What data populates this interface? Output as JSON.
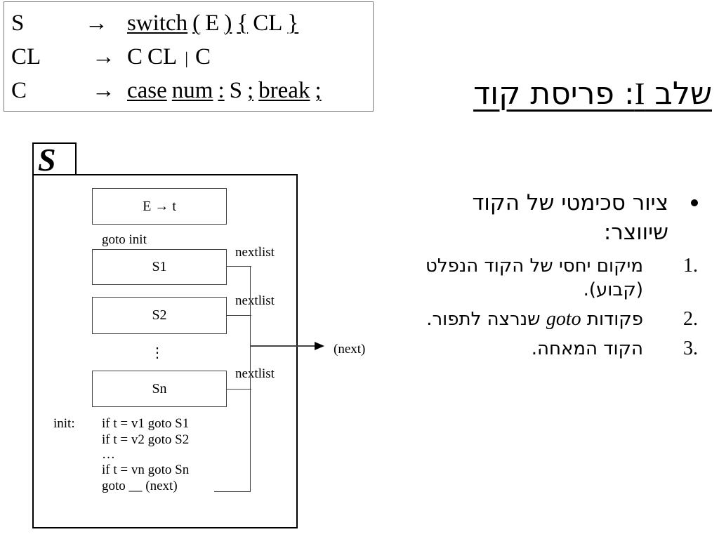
{
  "grammar": {
    "rows": [
      {
        "lhs": "S",
        "arrow": "→",
        "tokens": [
          {
            "text": "switch",
            "underline": true
          },
          {
            "text": "(",
            "underline": true
          },
          {
            "text": "E",
            "underline": false
          },
          {
            "text": ")",
            "underline": true
          },
          {
            "text": "{",
            "underline": true
          },
          {
            "text": "CL",
            "underline": false
          },
          {
            "text": "}",
            "underline": true
          }
        ]
      },
      {
        "lhs": "CL",
        "arrow": "→",
        "tokens": [
          {
            "text": "C",
            "underline": false
          },
          {
            "text": "CL",
            "underline": false
          },
          {
            "text": "|",
            "underline": false
          },
          {
            "text": "C",
            "underline": false
          }
        ]
      },
      {
        "lhs": "C",
        "arrow": "→",
        "tokens": [
          {
            "text": "case",
            "underline": true
          },
          {
            "text": "num",
            "underline": true
          },
          {
            "text": ":",
            "underline": true
          },
          {
            "text": "S",
            "underline": false
          },
          {
            "text": ";",
            "underline": true
          },
          {
            "text": "break",
            "underline": true
          },
          {
            "text": ";",
            "underline": true
          }
        ]
      }
    ]
  },
  "title": {
    "prefix": "שלב ",
    "roman": "I",
    "suffix": ": פריסת קוד"
  },
  "bullets": {
    "main": "ציור סכימטי של הקוד שיווצר:",
    "items": [
      {
        "num": "1.",
        "text": "מיקום יחסי של הקוד הנפלט (קבוע)."
      },
      {
        "num": "2.",
        "text_before": "פקודות ",
        "em": "goto",
        "text_after": " שנרצה לתפור."
      },
      {
        "num": "3.",
        "text": "הקוד המאחה."
      }
    ]
  },
  "diagram": {
    "tab_label": "S",
    "blocks": {
      "e_to_t": "E → t",
      "s1": "S1",
      "s2": "S2",
      "vdots": "⋮",
      "sn": "Sn"
    },
    "labels": {
      "goto_init": "goto init",
      "nextlist_1": "nextlist",
      "nextlist_2": "nextlist",
      "nextlist_3": "nextlist",
      "next": "(next)",
      "init": "init:"
    },
    "code_lines": [
      "if t = v1 goto S1",
      "if t = v2 goto S2",
      "…",
      "if t = vn goto Sn",
      "goto __ (next)"
    ]
  }
}
